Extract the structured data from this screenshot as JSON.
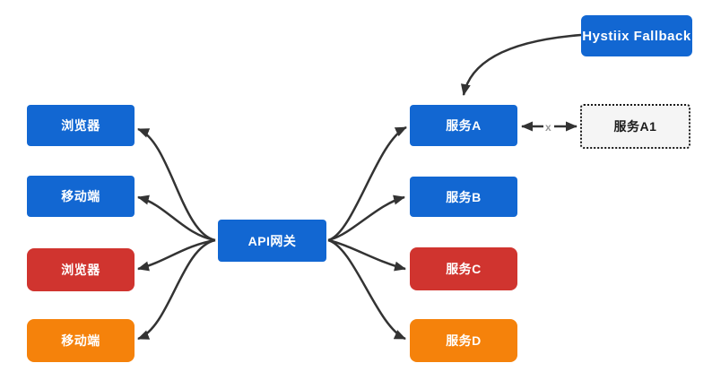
{
  "diagram": {
    "background": "#ffffff",
    "connector_color": "#333333",
    "clients": [
      {
        "label": "浏览器",
        "color": "#1267D2",
        "text_color": "#ffffff"
      },
      {
        "label": "移动端",
        "color": "#1267D2",
        "text_color": "#ffffff"
      },
      {
        "label": "浏览器",
        "color": "#D0342F",
        "text_color": "#ffffff"
      },
      {
        "label": "移动端",
        "color": "#F5820B",
        "text_color": "#ffffff"
      }
    ],
    "gateway": {
      "label": "API网关",
      "color": "#1267D2",
      "text_color": "#ffffff"
    },
    "services": [
      {
        "label": "服务A",
        "color": "#1267D2",
        "text_color": "#ffffff"
      },
      {
        "label": "服务B",
        "color": "#1267D2",
        "text_color": "#ffffff"
      },
      {
        "label": "服务C",
        "color": "#D0342F",
        "text_color": "#ffffff"
      },
      {
        "label": "服务D",
        "color": "#F5820B",
        "text_color": "#ffffff"
      }
    ],
    "fallback": {
      "label": "Hystiix Fallback",
      "color": "#1267D2",
      "text_color": "#ffffff"
    },
    "degraded_service": {
      "label": "服务A1",
      "bg": "#F5F5F5",
      "border_color": "#1a1a1a",
      "text_color": "#1a1a1a"
    },
    "broken_link": {
      "symbol": "x",
      "color": "#999999"
    }
  }
}
